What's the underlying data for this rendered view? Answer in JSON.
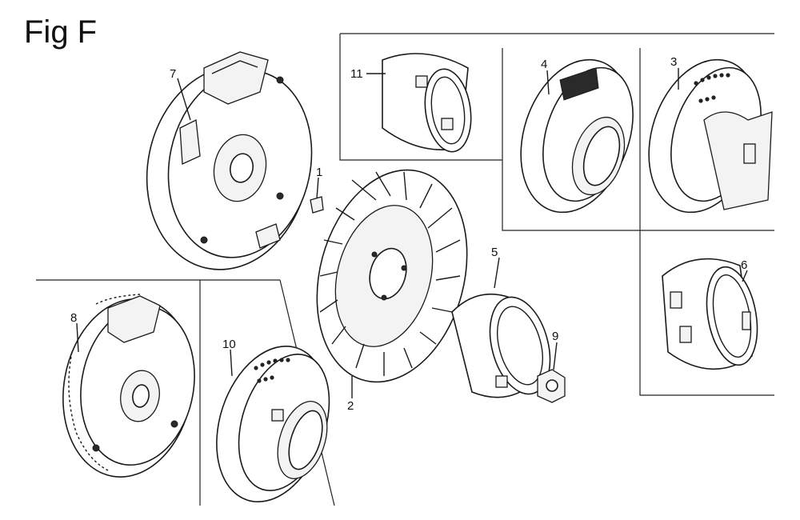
{
  "figure": {
    "title": "Fig F"
  },
  "callouts": {
    "p1": "1",
    "p2": "2",
    "p3": "3",
    "p4": "4",
    "p5": "5",
    "p6": "6",
    "p7": "7",
    "p8": "8",
    "p9": "9",
    "p10": "10",
    "p11": "11"
  },
  "colors": {
    "ink": "#1a1a1a",
    "paper": "#ffffff"
  }
}
